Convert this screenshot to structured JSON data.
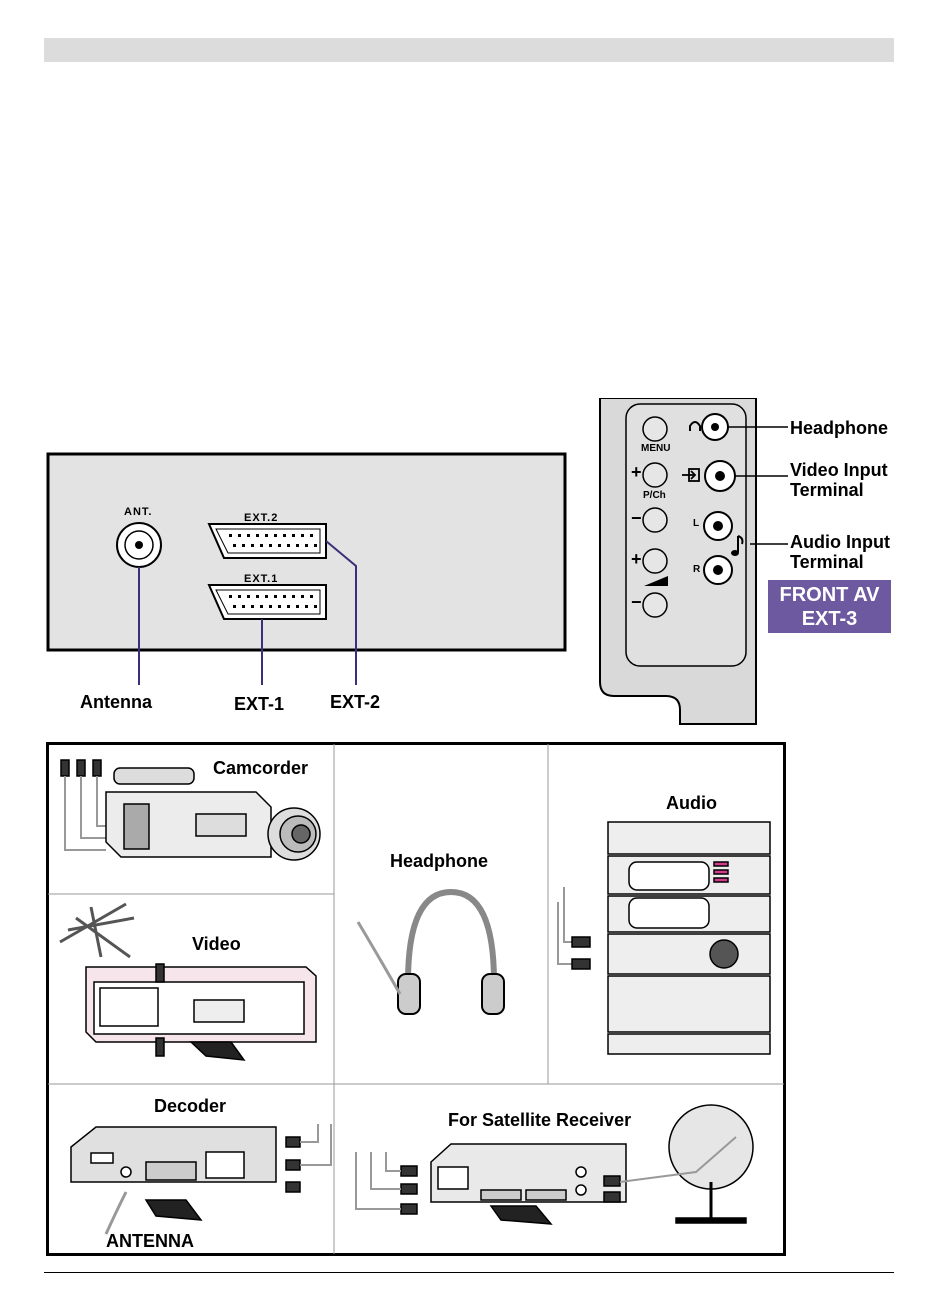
{
  "rear_panel": {
    "ant_label": "ANT.",
    "ext2_label": "EXT.2",
    "ext1_label": "EXT.1",
    "callout_antenna": "Antenna",
    "callout_ext1": "EXT-1",
    "callout_ext2": "EXT-2"
  },
  "front_panel": {
    "menu_label": "MENU",
    "pch_label": "P/Ch",
    "plus_symbol": "+",
    "minus_symbol": "−",
    "l_label": "L",
    "r_label": "R",
    "callout_headphone": "Headphone",
    "callout_video_line1": "Video Input",
    "callout_video_line2": "Terminal",
    "callout_audio_line1": "Audio Input",
    "callout_audio_line2": "Terminal",
    "front_av_line1": "FRONT AV",
    "front_av_line2": "EXT-3"
  },
  "devices": {
    "camcorder": "Camcorder",
    "headphone": "Headphone",
    "audio": "Audio",
    "video": "Video",
    "decoder": "Decoder",
    "satellite": "For Satellite Receiver",
    "antenna": "ANTENNA"
  }
}
